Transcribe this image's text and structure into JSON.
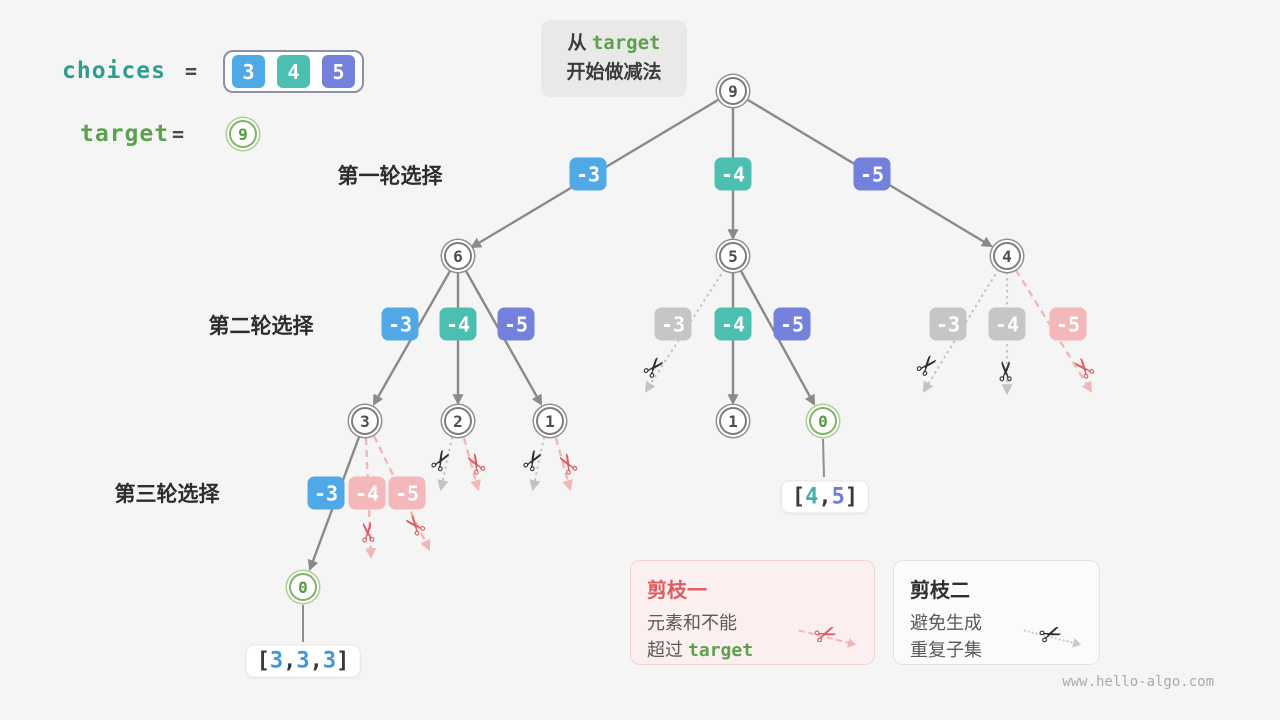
{
  "watermark": "www.hello-algo.com",
  "header": {
    "choices_label": "choices",
    "choices_eq": "=",
    "choices": [
      "3",
      "4",
      "5"
    ],
    "target_label": "target",
    "target_eq": "=",
    "target_value": "9"
  },
  "note": {
    "prefix": "从",
    "code": "target",
    "line2": "开始做减法"
  },
  "round_labels": [
    "第一轮选择",
    "第二轮选择",
    "第三轮选择"
  ],
  "nodes": {
    "root": "9",
    "n6": "6",
    "n5": "5",
    "n4": "4",
    "n3": "3",
    "n2": "2",
    "n1_left": "1",
    "n1_mid": "1",
    "n0_mid": "0",
    "n0_left": "0"
  },
  "edge_labels": {
    "round1": [
      "-3",
      "-4",
      "-5"
    ],
    "round2_from6": [
      "-3",
      "-4",
      "-5"
    ],
    "round2_from5": [
      "-3",
      "-4",
      "-5"
    ],
    "round2_from4": [
      "-3",
      "-4",
      "-5"
    ],
    "round3_from3": [
      "-3",
      "-4",
      "-5"
    ]
  },
  "results": {
    "r45": {
      "open": "[",
      "v1": "4",
      "comma1": ",",
      "v2": "5",
      "close": "]"
    },
    "r333": {
      "open": "[",
      "v1": "3",
      "comma1": ",",
      "v2": "3",
      "comma2": ",",
      "v3": "3",
      "close": "]"
    }
  },
  "legend": {
    "prune1": {
      "title": "剪枝一",
      "line1": "元素和不能",
      "line2_prefix": "超过 ",
      "line2_code": "target"
    },
    "prune2": {
      "title": "剪枝二",
      "line1": "避免生成",
      "line2": "重复子集"
    }
  },
  "icons": {
    "scissors": "✂"
  },
  "colors": {
    "blue": "#4FA9E6",
    "teal": "#4BC0B1",
    "indigo": "#7381DC",
    "green": "#5CA14B",
    "red": "#DE5A5E",
    "gray": "#C6C6C6",
    "pink": "#F4B8BA",
    "edge_gray": "#8A8A8A"
  }
}
